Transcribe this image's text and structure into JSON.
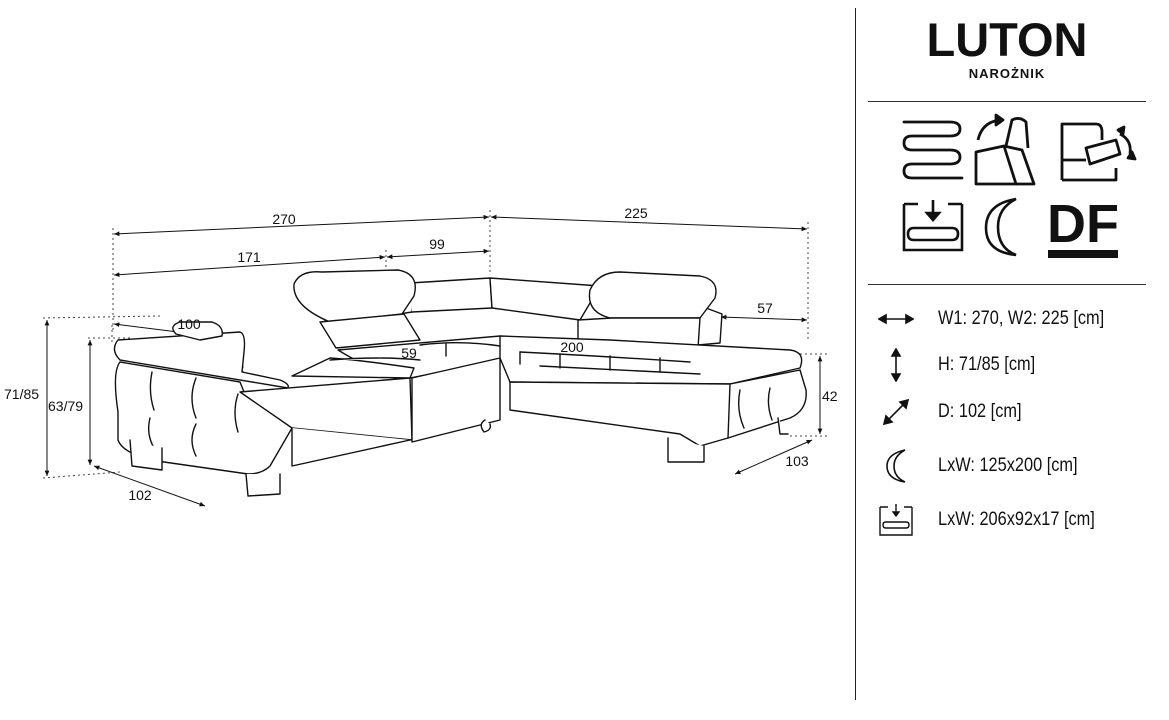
{
  "product": {
    "name": "LUTON",
    "type": "NAROŻNIK"
  },
  "feature_icons": [
    {
      "name": "spring-icon"
    },
    {
      "name": "adjustable-headrest-icon"
    },
    {
      "name": "adjustable-armrest-icon"
    },
    {
      "name": "storage-container-icon"
    },
    {
      "name": "sleep-function-icon"
    },
    {
      "name": "df-badge-icon",
      "label": "DF"
    }
  ],
  "dimensions": {
    "total_width_left": "270",
    "total_width_right": "225",
    "seat_segment_a": "171",
    "seat_segment_b": "99",
    "armrest_depth": "100",
    "chaise_segment": "57",
    "bed_depth": "59",
    "bed_length": "200",
    "height_total": "71/85",
    "height_back": "63/79",
    "seat_height": "42",
    "depth_left": "102",
    "depth_right": "103"
  },
  "specs": [
    {
      "icon": "width-arrows-icon",
      "text": "W1: 270, W2: 225 [cm]"
    },
    {
      "icon": "height-arrows-icon",
      "text": "H: 71/85 [cm]"
    },
    {
      "icon": "depth-arrows-icon",
      "text": "D: 102 [cm]"
    },
    {
      "icon": "sleep-area-icon",
      "text": "LxW: 125x200 [cm]"
    },
    {
      "icon": "storage-size-icon",
      "text": "LxW: 206x92x17 [cm]"
    }
  ]
}
